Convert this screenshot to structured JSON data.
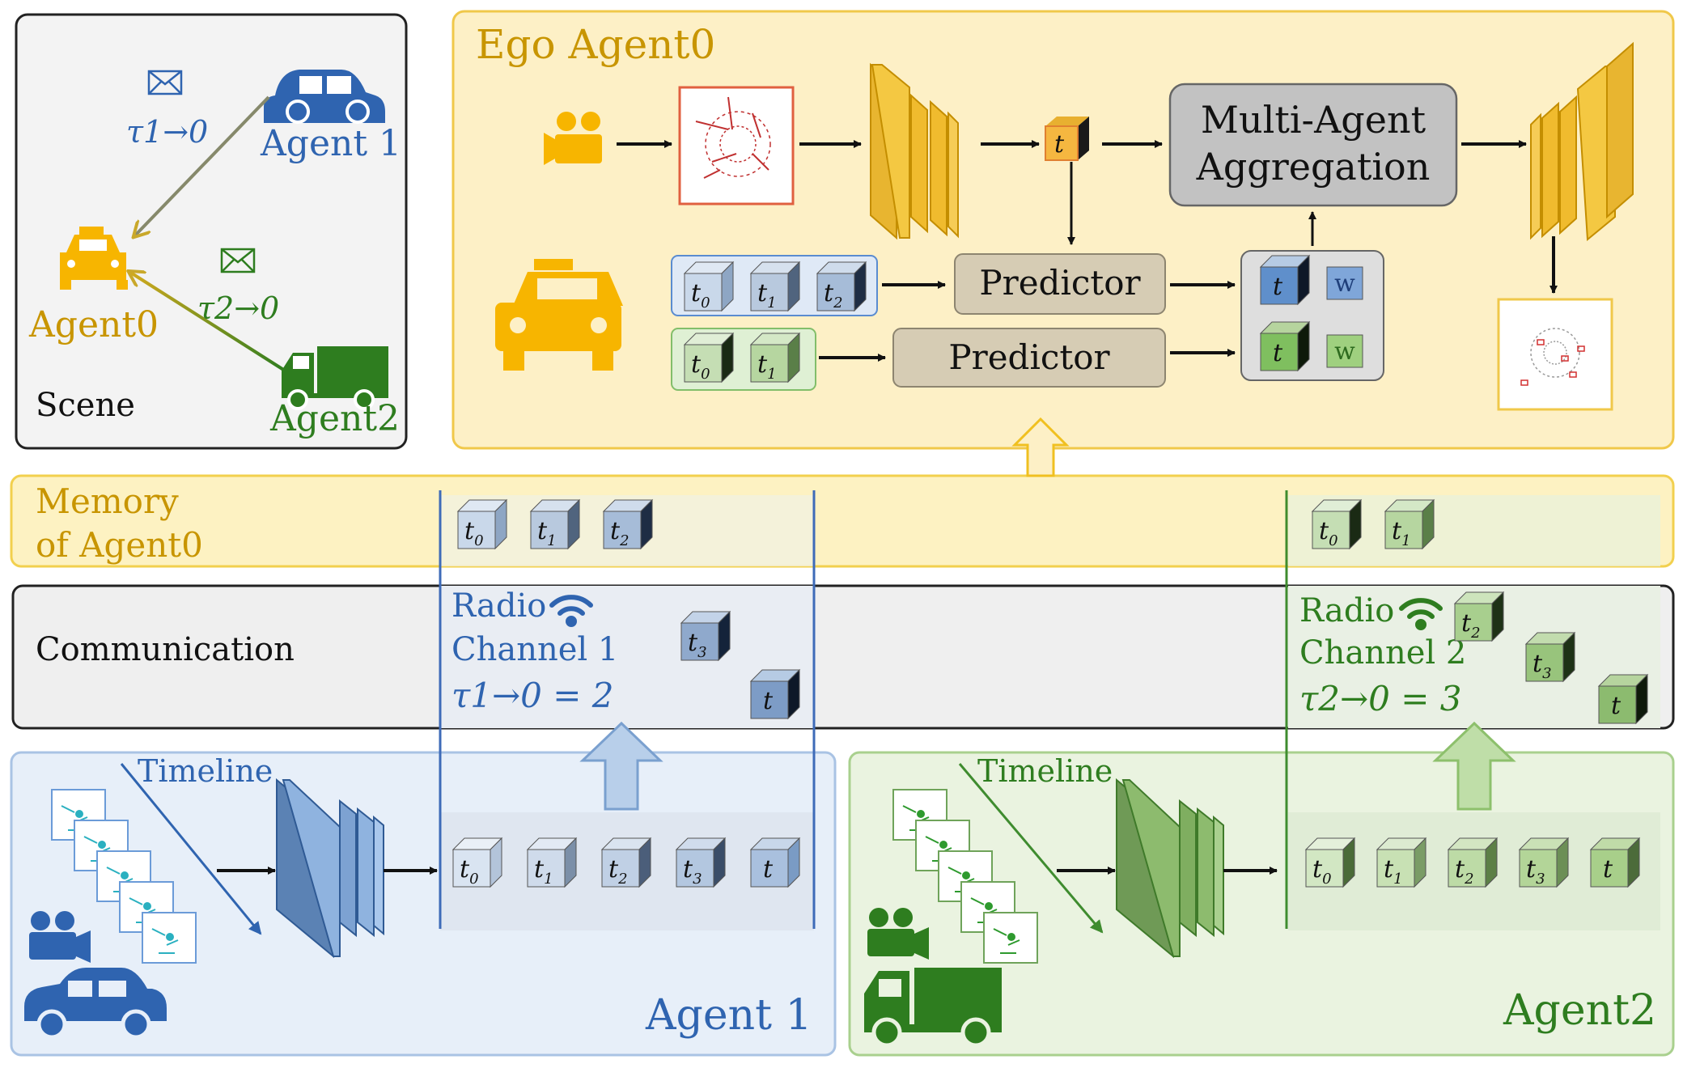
{
  "scene": {
    "title": "Scene",
    "agent0": "Agent0",
    "agent1": "Agent 1",
    "agent2": "Agent2",
    "tau_1_0": "τ1→0",
    "tau_2_0": "τ2→0"
  },
  "ego": {
    "title": "Ego Agent0",
    "aggregation": [
      "Multi-Agent",
      "Aggregation"
    ],
    "predictor": "Predictor",
    "fused_label": "t",
    "weight_label": "w"
  },
  "memory": {
    "title": [
      "Memory",
      "of Agent0"
    ],
    "agent1_frames": [
      "t0",
      "t1",
      "t2"
    ],
    "agent2_frames": [
      "t0",
      "t1"
    ]
  },
  "communication": {
    "title": "Communication",
    "channel1": {
      "line1": "Radio",
      "line2": "Channel 1",
      "delay": "τ1→0 = 2",
      "in_transit": [
        "t3",
        "t"
      ]
    },
    "channel2": {
      "line1": "Radio",
      "line2": "Channel 2",
      "delay": "τ2→0 = 3",
      "in_transit": [
        "t2",
        "t3",
        "t"
      ]
    }
  },
  "agent1": {
    "title": "Agent 1",
    "timeline": "Timeline",
    "frames": [
      "t0",
      "t1",
      "t2",
      "t3",
      "t"
    ]
  },
  "agent2": {
    "title": "Agent2",
    "timeline": "Timeline",
    "frames": [
      "t0",
      "t1",
      "t2",
      "t3",
      "t"
    ]
  },
  "colors": {
    "blue": "#2f64b0",
    "green": "#2e7d1f",
    "gold": "#c89500",
    "ego_bg": "#fdf0c6",
    "agent1_bg": "#e7eff9",
    "agent2_bg": "#eaf3e0",
    "comm_bg": "#f0f0f0",
    "taxi": "#f7b500"
  }
}
